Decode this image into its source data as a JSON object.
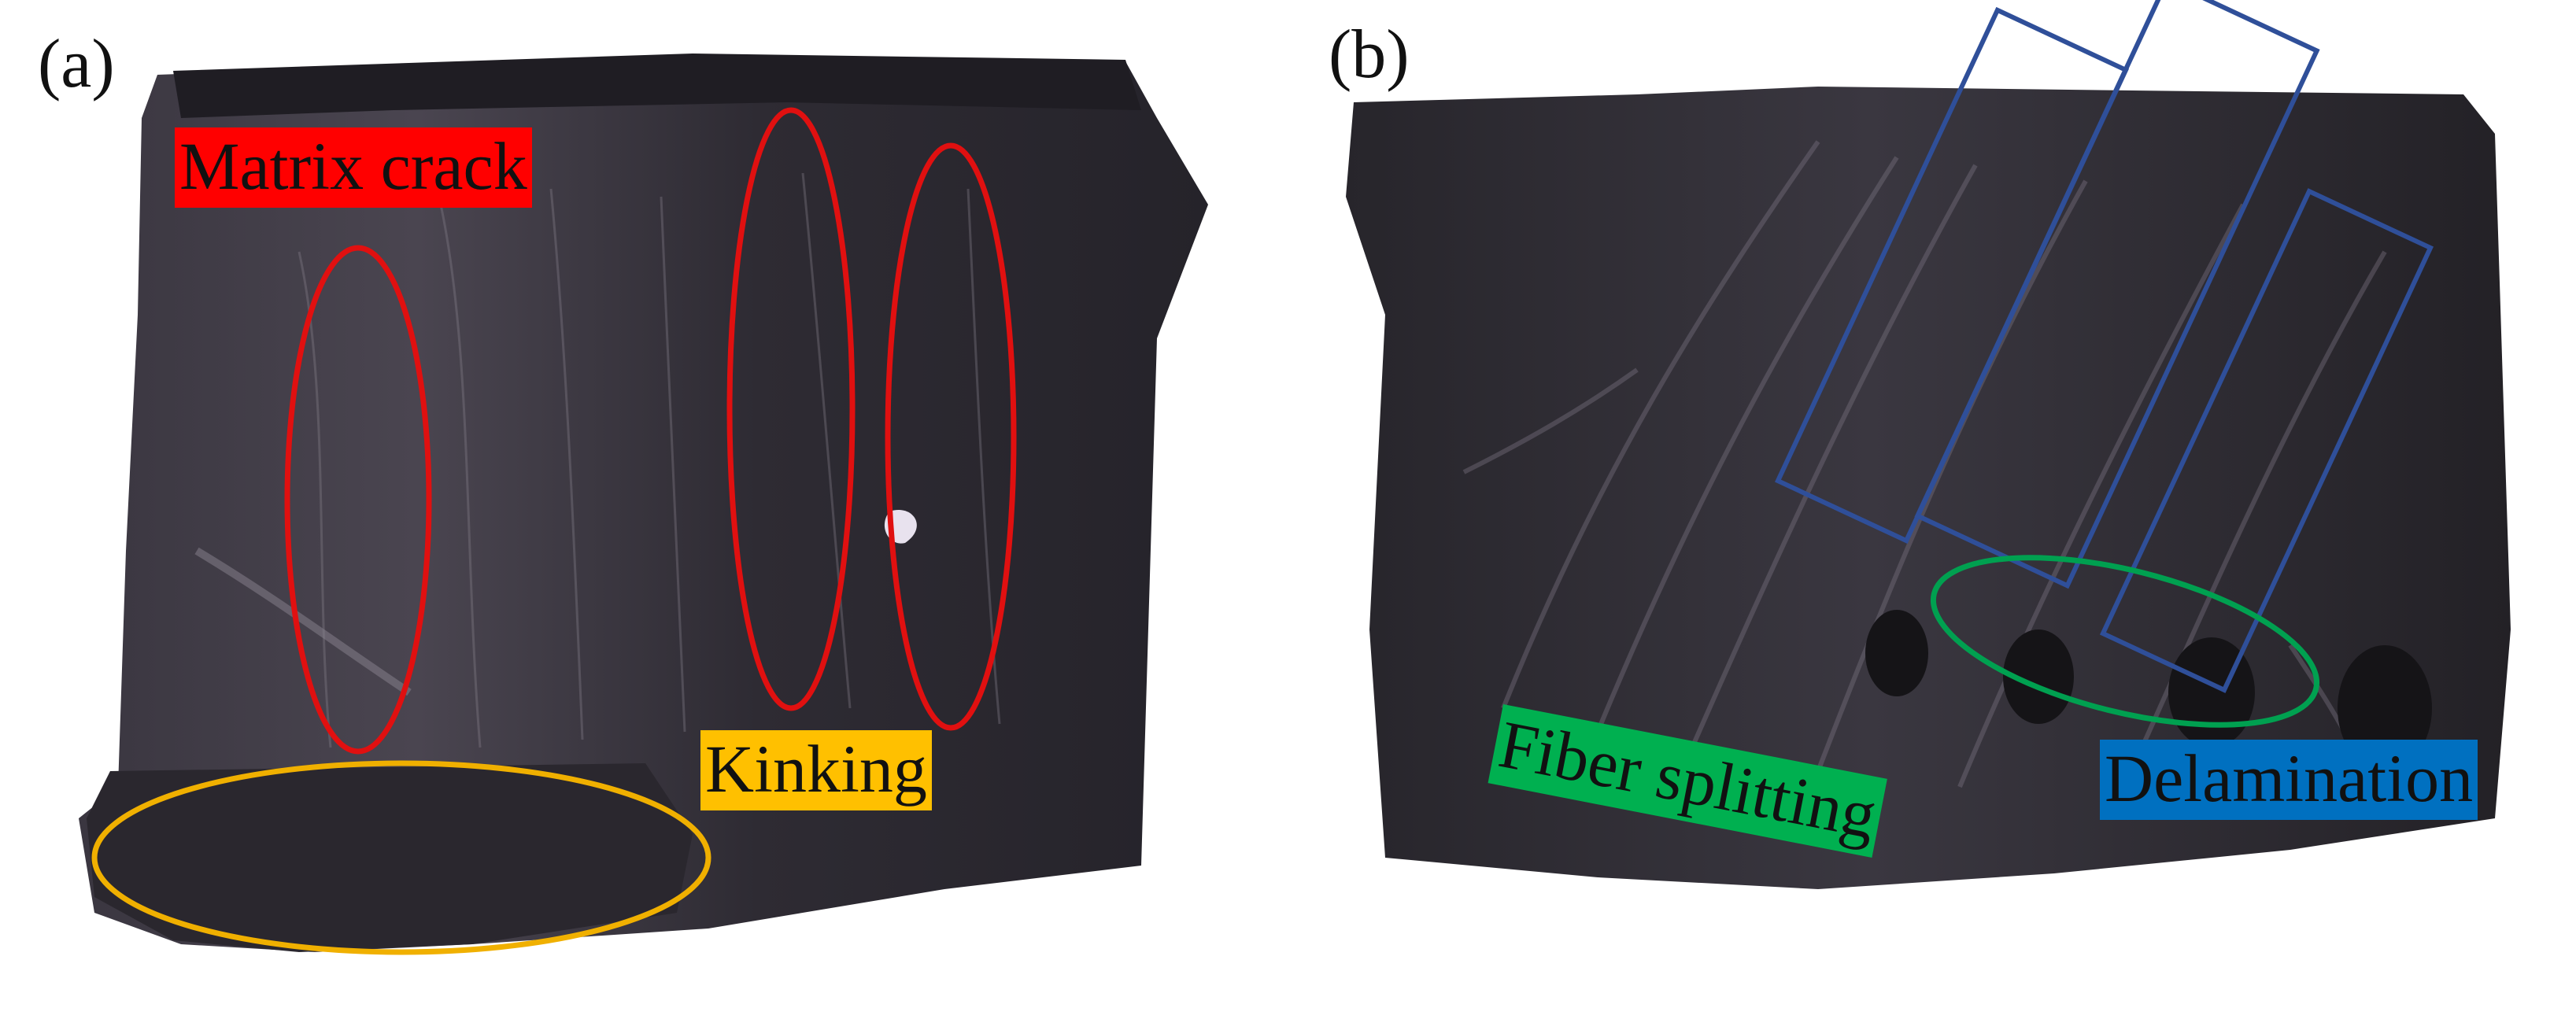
{
  "colors": {
    "background": "#ffffff",
    "specimen": "#2e2c32",
    "specimen_light": "#6a6470",
    "matrix_crack": "#ff0000",
    "kinking": "#ffc000",
    "fiber_splitting": "#00b050",
    "delamination": "#0070c0",
    "box_outline": "#2f4f99"
  },
  "panels": {
    "a": {
      "label": "(a)",
      "tags": {
        "matrix_crack": "Matrix crack",
        "kinking": "Kinking"
      }
    },
    "b": {
      "label": "(b)",
      "tags": {
        "fiber_splitting": "Fiber splitting",
        "delamination": "Delamination"
      }
    }
  }
}
